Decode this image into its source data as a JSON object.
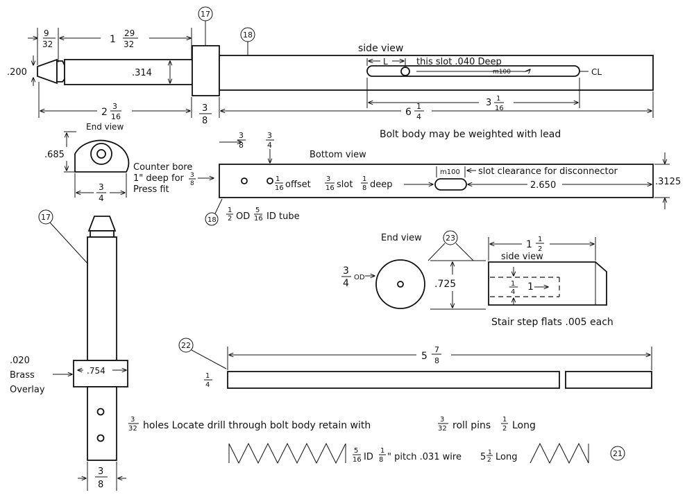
{
  "headings": {
    "side_view": "side view",
    "end_view_1": "End view",
    "bottom_view": "Bottom view",
    "end_view_2": "End view",
    "side_view_2": "side view"
  },
  "callouts": {
    "c17_top": "17",
    "c18_top": "18",
    "c18_bottom": "18",
    "c17_left": "17",
    "c23": "23",
    "c22": "22",
    "c21": "21"
  },
  "dims": {
    "d_9_32": {
      "num": "9",
      "den": "32"
    },
    "d_1_29_32": {
      "whole": "1",
      "num": "29",
      "den": "32"
    },
    "d_200": ".200",
    "d_314": ".314",
    "d_2_3_16": {
      "whole": "2",
      "num": "3",
      "den": "16"
    },
    "d_3_8_a": {
      "num": "3",
      "den": "8"
    },
    "d_6_1_4": {
      "whole": "6",
      "num": "1",
      "den": "4"
    },
    "d_3_1_16": {
      "whole": "3",
      "num": "1",
      "den": "16"
    },
    "d_L": "L",
    "d_685": ".685",
    "d_3_4_a": {
      "num": "3",
      "den": "4"
    },
    "d_3_8_b": {
      "num": "3",
      "den": "8"
    },
    "d_3_4_b": {
      "num": "3",
      "den": "4"
    },
    "d_3125": ".3125",
    "d_2650": "2.650",
    "d_1_1_2": {
      "whole": "1",
      "num": "1",
      "den": "2"
    },
    "d_725": ".725",
    "d_5_7_8": {
      "whole": "5",
      "num": "7",
      "den": "8"
    },
    "d_1_4_rod": {
      "num": "1",
      "den": "4"
    },
    "d_754": ".754",
    "d_3_8_c": {
      "num": "3",
      "den": "8"
    }
  },
  "notes": {
    "slot_note": "this slot .040 Deep",
    "m100_a": "m100",
    "cl": "CL",
    "weight_note": "Bolt body may be weighted with lead",
    "counterbore_l1": "Counter bore",
    "counterbore_l2a": "1\" deep for",
    "counterbore_frac": {
      "num": "3",
      "den": "8"
    },
    "counterbore_l3": "Press fit",
    "offset_note": "offset",
    "offset_frac": {
      "num": "1",
      "den": "16"
    },
    "slot_frac": {
      "num": "3",
      "den": "16"
    },
    "slot_word": "slot",
    "deep_frac": {
      "num": "1",
      "den": "8"
    },
    "deep_word": "deep",
    "m100_b": "m100",
    "disconnector": "slot clearance for disconnector",
    "tube_od": {
      "num": "1",
      "den": "2"
    },
    "tube_od_label": "OD",
    "tube_id": {
      "num": "5",
      "den": "16"
    },
    "tube_id_label": "ID tube",
    "od_label": {
      "num": "3",
      "den": "4",
      "suffix": "OD"
    },
    "inner_1": "1",
    "stair_step": "Stair step flats .005 each",
    "brass_l1": ".020",
    "brass_l2": "Brass",
    "brass_l3": "Overlay",
    "holes_frac": {
      "num": "3",
      "den": "32"
    },
    "holes_text": "holes Locate drill through bolt body retain with",
    "pins_frac": {
      "num": "3",
      "den": "32"
    },
    "pins_text": "roll pins",
    "pins_len": {
      "num": "1",
      "den": "2"
    },
    "pins_long": "Long",
    "spring_id": {
      "num": "5",
      "den": "16"
    },
    "spring_id_label": "ID",
    "spring_pitch": {
      "num": "1",
      "den": "8"
    },
    "spring_pitch_label": "\" pitch .031 wire",
    "spring_len": {
      "whole": "5",
      "num": "1",
      "den": "2"
    },
    "spring_long": "Long"
  }
}
